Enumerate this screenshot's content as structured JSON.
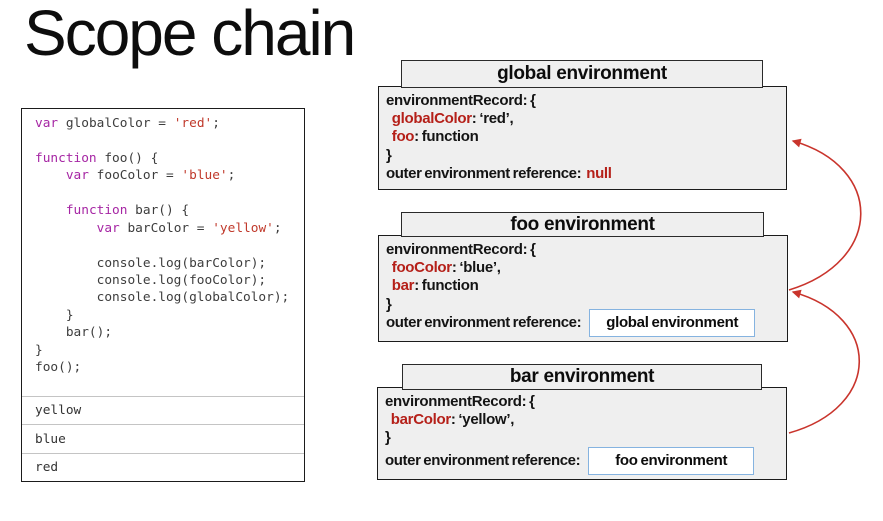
{
  "title": "Scope chain",
  "colors": {
    "keyword": "#a626a4",
    "string": "#c0392b",
    "code_text": "#3d3d3d",
    "env_red": "#b52019",
    "arrow_red": "#c9342c",
    "box_fill": "#efefef",
    "box_border": "#1b1b1b",
    "ref_border": "#85b3e0"
  },
  "code_panel": {
    "lines": [
      [
        {
          "t": "var",
          "c": "kw"
        },
        {
          "t": " globalColor = ",
          "c": "pl"
        },
        {
          "t": "'red'",
          "c": "st"
        },
        {
          "t": ";",
          "c": "pl"
        }
      ],
      [],
      [
        {
          "t": "function",
          "c": "kw"
        },
        {
          "t": " foo() {",
          "c": "pl"
        }
      ],
      [
        {
          "t": "    ",
          "c": "pl"
        },
        {
          "t": "var",
          "c": "kw"
        },
        {
          "t": " fooColor = ",
          "c": "pl"
        },
        {
          "t": "'blue'",
          "c": "st"
        },
        {
          "t": ";",
          "c": "pl"
        }
      ],
      [],
      [
        {
          "t": "    ",
          "c": "pl"
        },
        {
          "t": "function",
          "c": "kw"
        },
        {
          "t": " bar() {",
          "c": "pl"
        }
      ],
      [
        {
          "t": "        ",
          "c": "pl"
        },
        {
          "t": "var",
          "c": "kw"
        },
        {
          "t": " barColor = ",
          "c": "pl"
        },
        {
          "t": "'yellow'",
          "c": "st"
        },
        {
          "t": ";",
          "c": "pl"
        }
      ],
      [],
      [
        {
          "t": "        console.log(barColor);",
          "c": "pl"
        }
      ],
      [
        {
          "t": "        console.log(fooColor);",
          "c": "pl"
        }
      ],
      [
        {
          "t": "        console.log(globalColor);",
          "c": "pl"
        }
      ],
      [
        {
          "t": "    }",
          "c": "pl"
        }
      ],
      [
        {
          "t": "    bar();",
          "c": "pl"
        }
      ],
      [
        {
          "t": "}",
          "c": "pl"
        }
      ],
      [
        {
          "t": "foo();",
          "c": "pl"
        }
      ]
    ],
    "outputs": [
      "yellow",
      "blue",
      "red"
    ]
  },
  "environments": [
    {
      "header": "global environment",
      "record_lines": [
        [
          {
            "t": "environmentRecord: {",
            "c": "pl"
          }
        ],
        [
          {
            "t": "  ",
            "c": "pl"
          },
          {
            "t": "globalColor",
            "c": "rd"
          },
          {
            "t": ": ‘red’,",
            "c": "pl"
          }
        ],
        [
          {
            "t": "  ",
            "c": "pl"
          },
          {
            "t": "foo",
            "c": "rd"
          },
          {
            "t": ": function",
            "c": "pl"
          }
        ],
        [
          {
            "t": "}",
            "c": "pl"
          }
        ]
      ],
      "outer_label": "outer environment reference:",
      "outer_inline_value": "null",
      "outer_box_value": null
    },
    {
      "header": "foo environment",
      "record_lines": [
        [
          {
            "t": "environmentRecord: {",
            "c": "pl"
          }
        ],
        [
          {
            "t": "  ",
            "c": "pl"
          },
          {
            "t": "fooColor",
            "c": "rd"
          },
          {
            "t": ": ‘blue’,",
            "c": "pl"
          }
        ],
        [
          {
            "t": "  ",
            "c": "pl"
          },
          {
            "t": "bar",
            "c": "rd"
          },
          {
            "t": ": function",
            "c": "pl"
          }
        ],
        [
          {
            "t": "}",
            "c": "pl"
          }
        ]
      ],
      "outer_label": "outer environment reference:",
      "outer_inline_value": null,
      "outer_box_value": "global environment"
    },
    {
      "header": "bar environment",
      "record_lines": [
        [
          {
            "t": "environmentRecord: {",
            "c": "pl"
          }
        ],
        [
          {
            "t": "  ",
            "c": "pl"
          },
          {
            "t": "barColor",
            "c": "rd"
          },
          {
            "t": ": ‘yellow’,",
            "c": "pl"
          }
        ],
        [
          {
            "t": "}",
            "c": "pl"
          }
        ]
      ],
      "outer_label": "outer environment reference:",
      "outer_inline_value": null,
      "outer_box_value": "foo environment"
    }
  ],
  "arrows": [
    {
      "from": "foo environment",
      "to": "global environment"
    },
    {
      "from": "bar environment",
      "to": "foo environment"
    }
  ]
}
